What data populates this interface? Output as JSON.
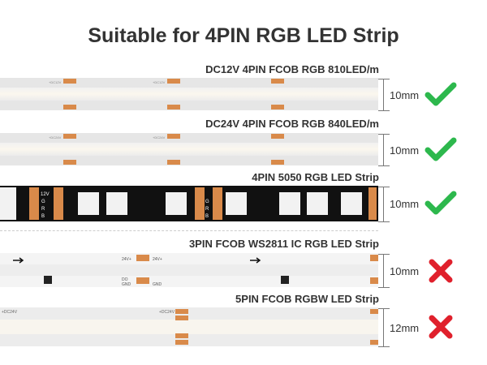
{
  "title": "Suitable for 4PIN RGB LED Strip",
  "strips": [
    {
      "label": "DC12V 4PIN FCOB RGB 810LED/m",
      "width": "10mm",
      "compatible": "checkmark-icon",
      "marking": "+DC12V"
    },
    {
      "label": "DC24V 4PIN FCOB RGB 840LED/m",
      "width": "10mm",
      "compatible": "checkmark-icon",
      "marking": "+DC24V"
    },
    {
      "label": "4PIN 5050 RGB LED Strip",
      "width": "10mm",
      "compatible": "checkmark-icon",
      "pins": [
        "12V",
        "G",
        "R",
        "B"
      ]
    },
    {
      "label": "3PIN FCOB WS2811 IC RGB LED Strip",
      "width": "10mm",
      "compatible": "cross-icon",
      "marking": "24V+",
      "pins": [
        "DO",
        "GND"
      ]
    },
    {
      "label": "5PIN FCOB RGBW LED Strip",
      "width": "12mm",
      "compatible": "cross-icon",
      "marking": "+DC24V"
    }
  ],
  "colors": {
    "check": "#2db84d",
    "cross": "#e0202c",
    "pad": "#d98a4a",
    "strip_black": "#111111"
  }
}
